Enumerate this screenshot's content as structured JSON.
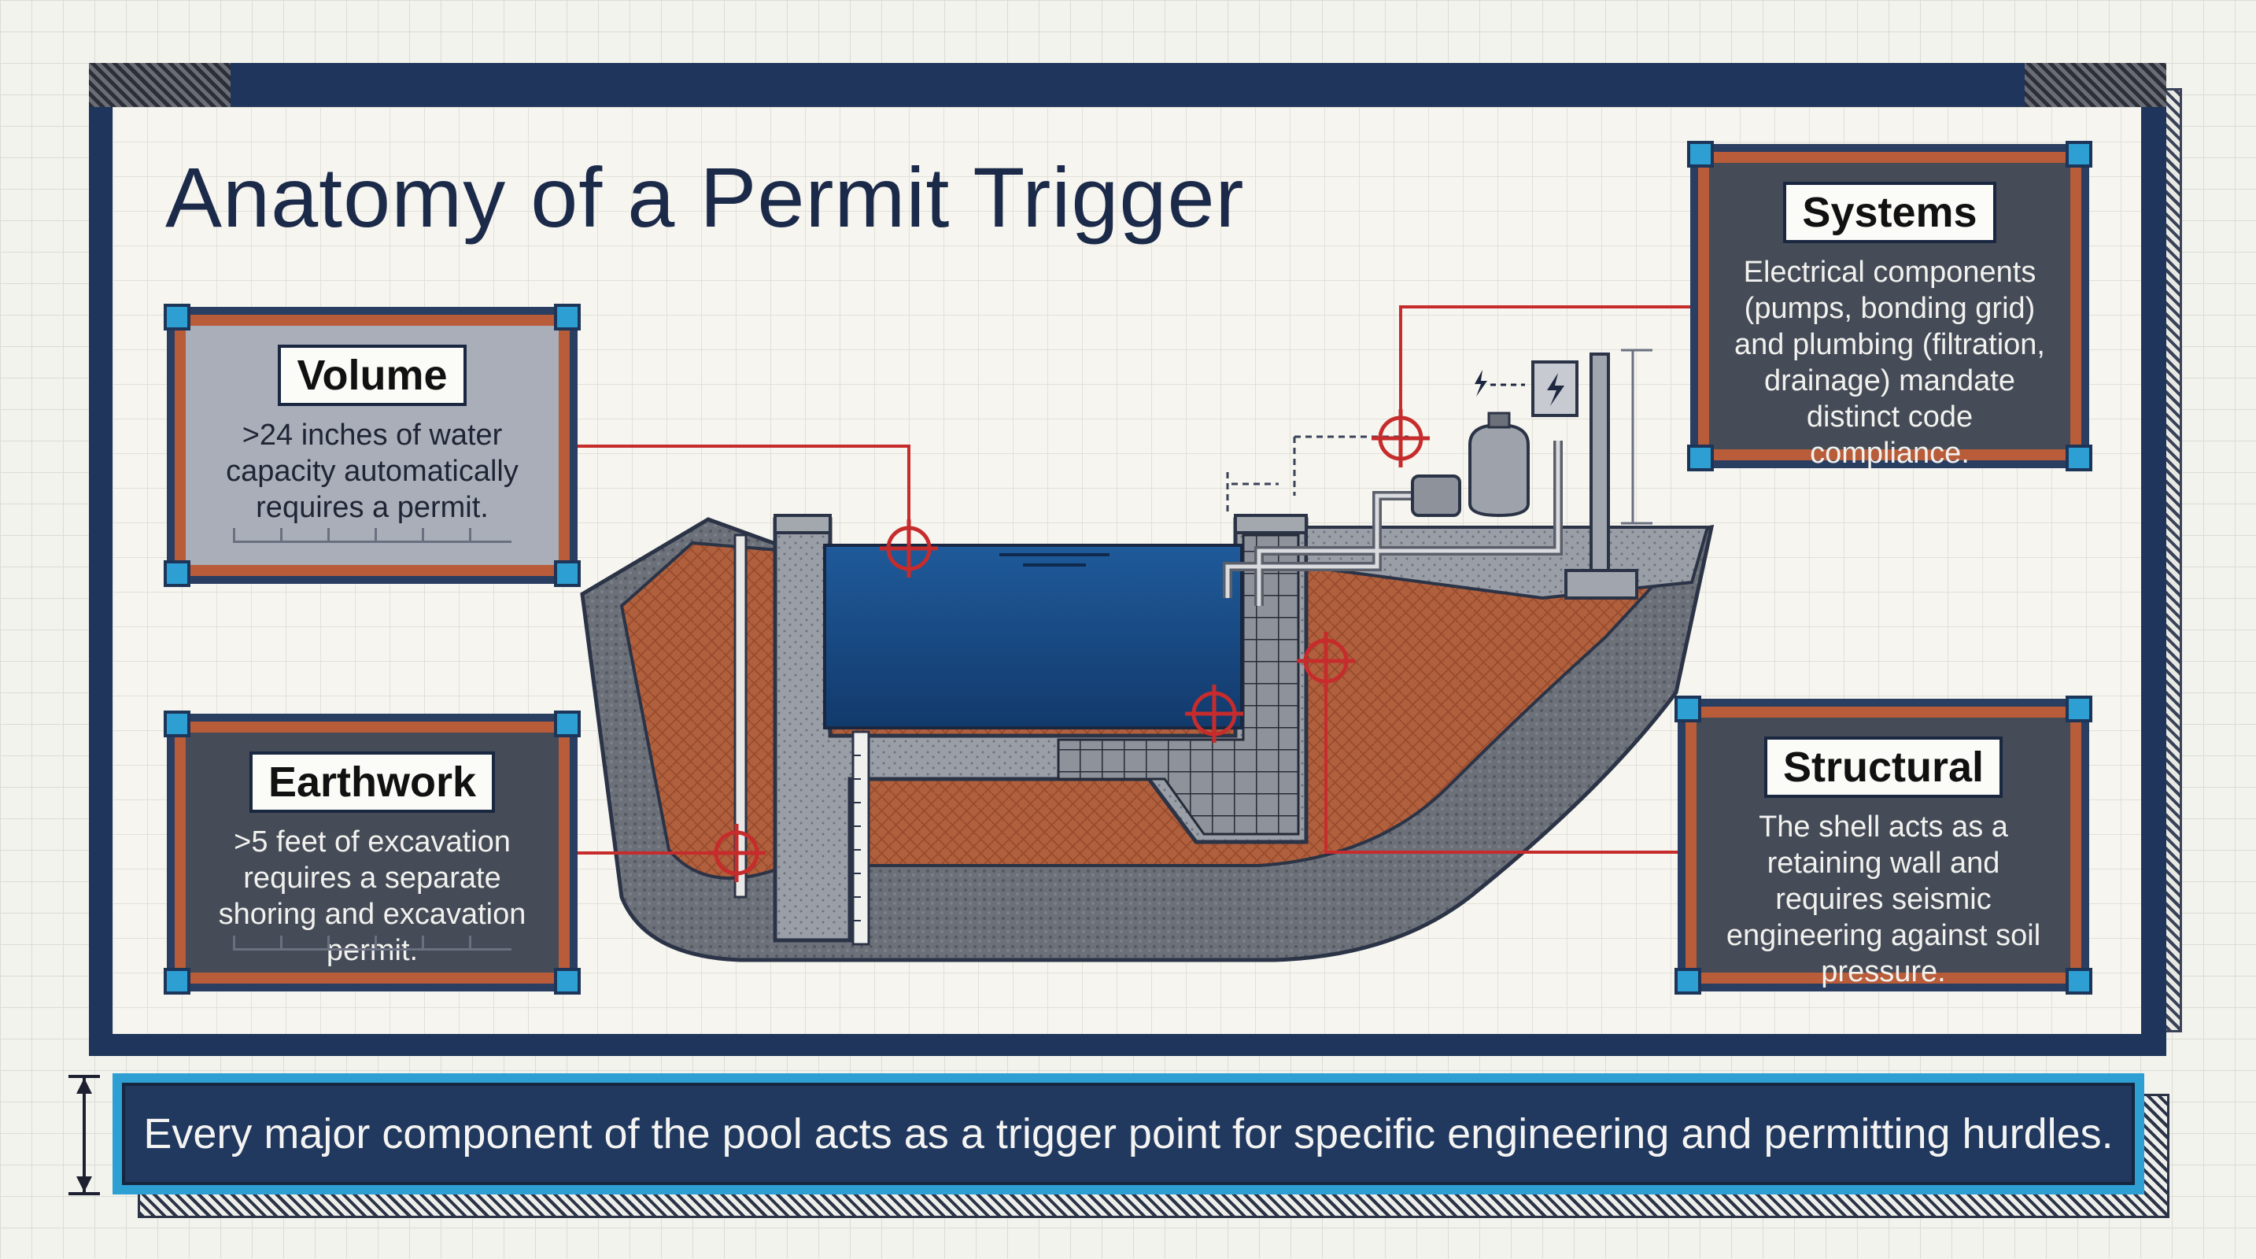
{
  "title": "Anatomy of a Permit Trigger",
  "cards": {
    "volume": {
      "label": "Volume",
      "text": ">24 inches of water capacity automatically requires a permit."
    },
    "earthwork": {
      "label": "Earthwork",
      "text": ">5 feet of excavation requires a separate shoring and excavation permit."
    },
    "systems": {
      "label": "Systems",
      "text": "Electrical components (pumps, bonding grid) and plumbing (filtration, drainage) mandate distinct code compliance."
    },
    "structural": {
      "label": "Structural",
      "text": "The shell acts as a retaining wall and requires seismic engineering against soil pressure."
    }
  },
  "footer": {
    "text": "Every major component of the pool acts as a trigger point for specific engineering and permitting hurdles."
  },
  "colors": {
    "navy": "#1f355b",
    "accent_blue": "#2e9fd3",
    "rust": "#b85c3a",
    "leader_red": "#c62c2c",
    "water": "#1f5a9a",
    "concrete": "#9a9ea6"
  },
  "icons": {
    "target": "crosshair-target-icon",
    "electrical": "lightning-bolt-icon"
  }
}
